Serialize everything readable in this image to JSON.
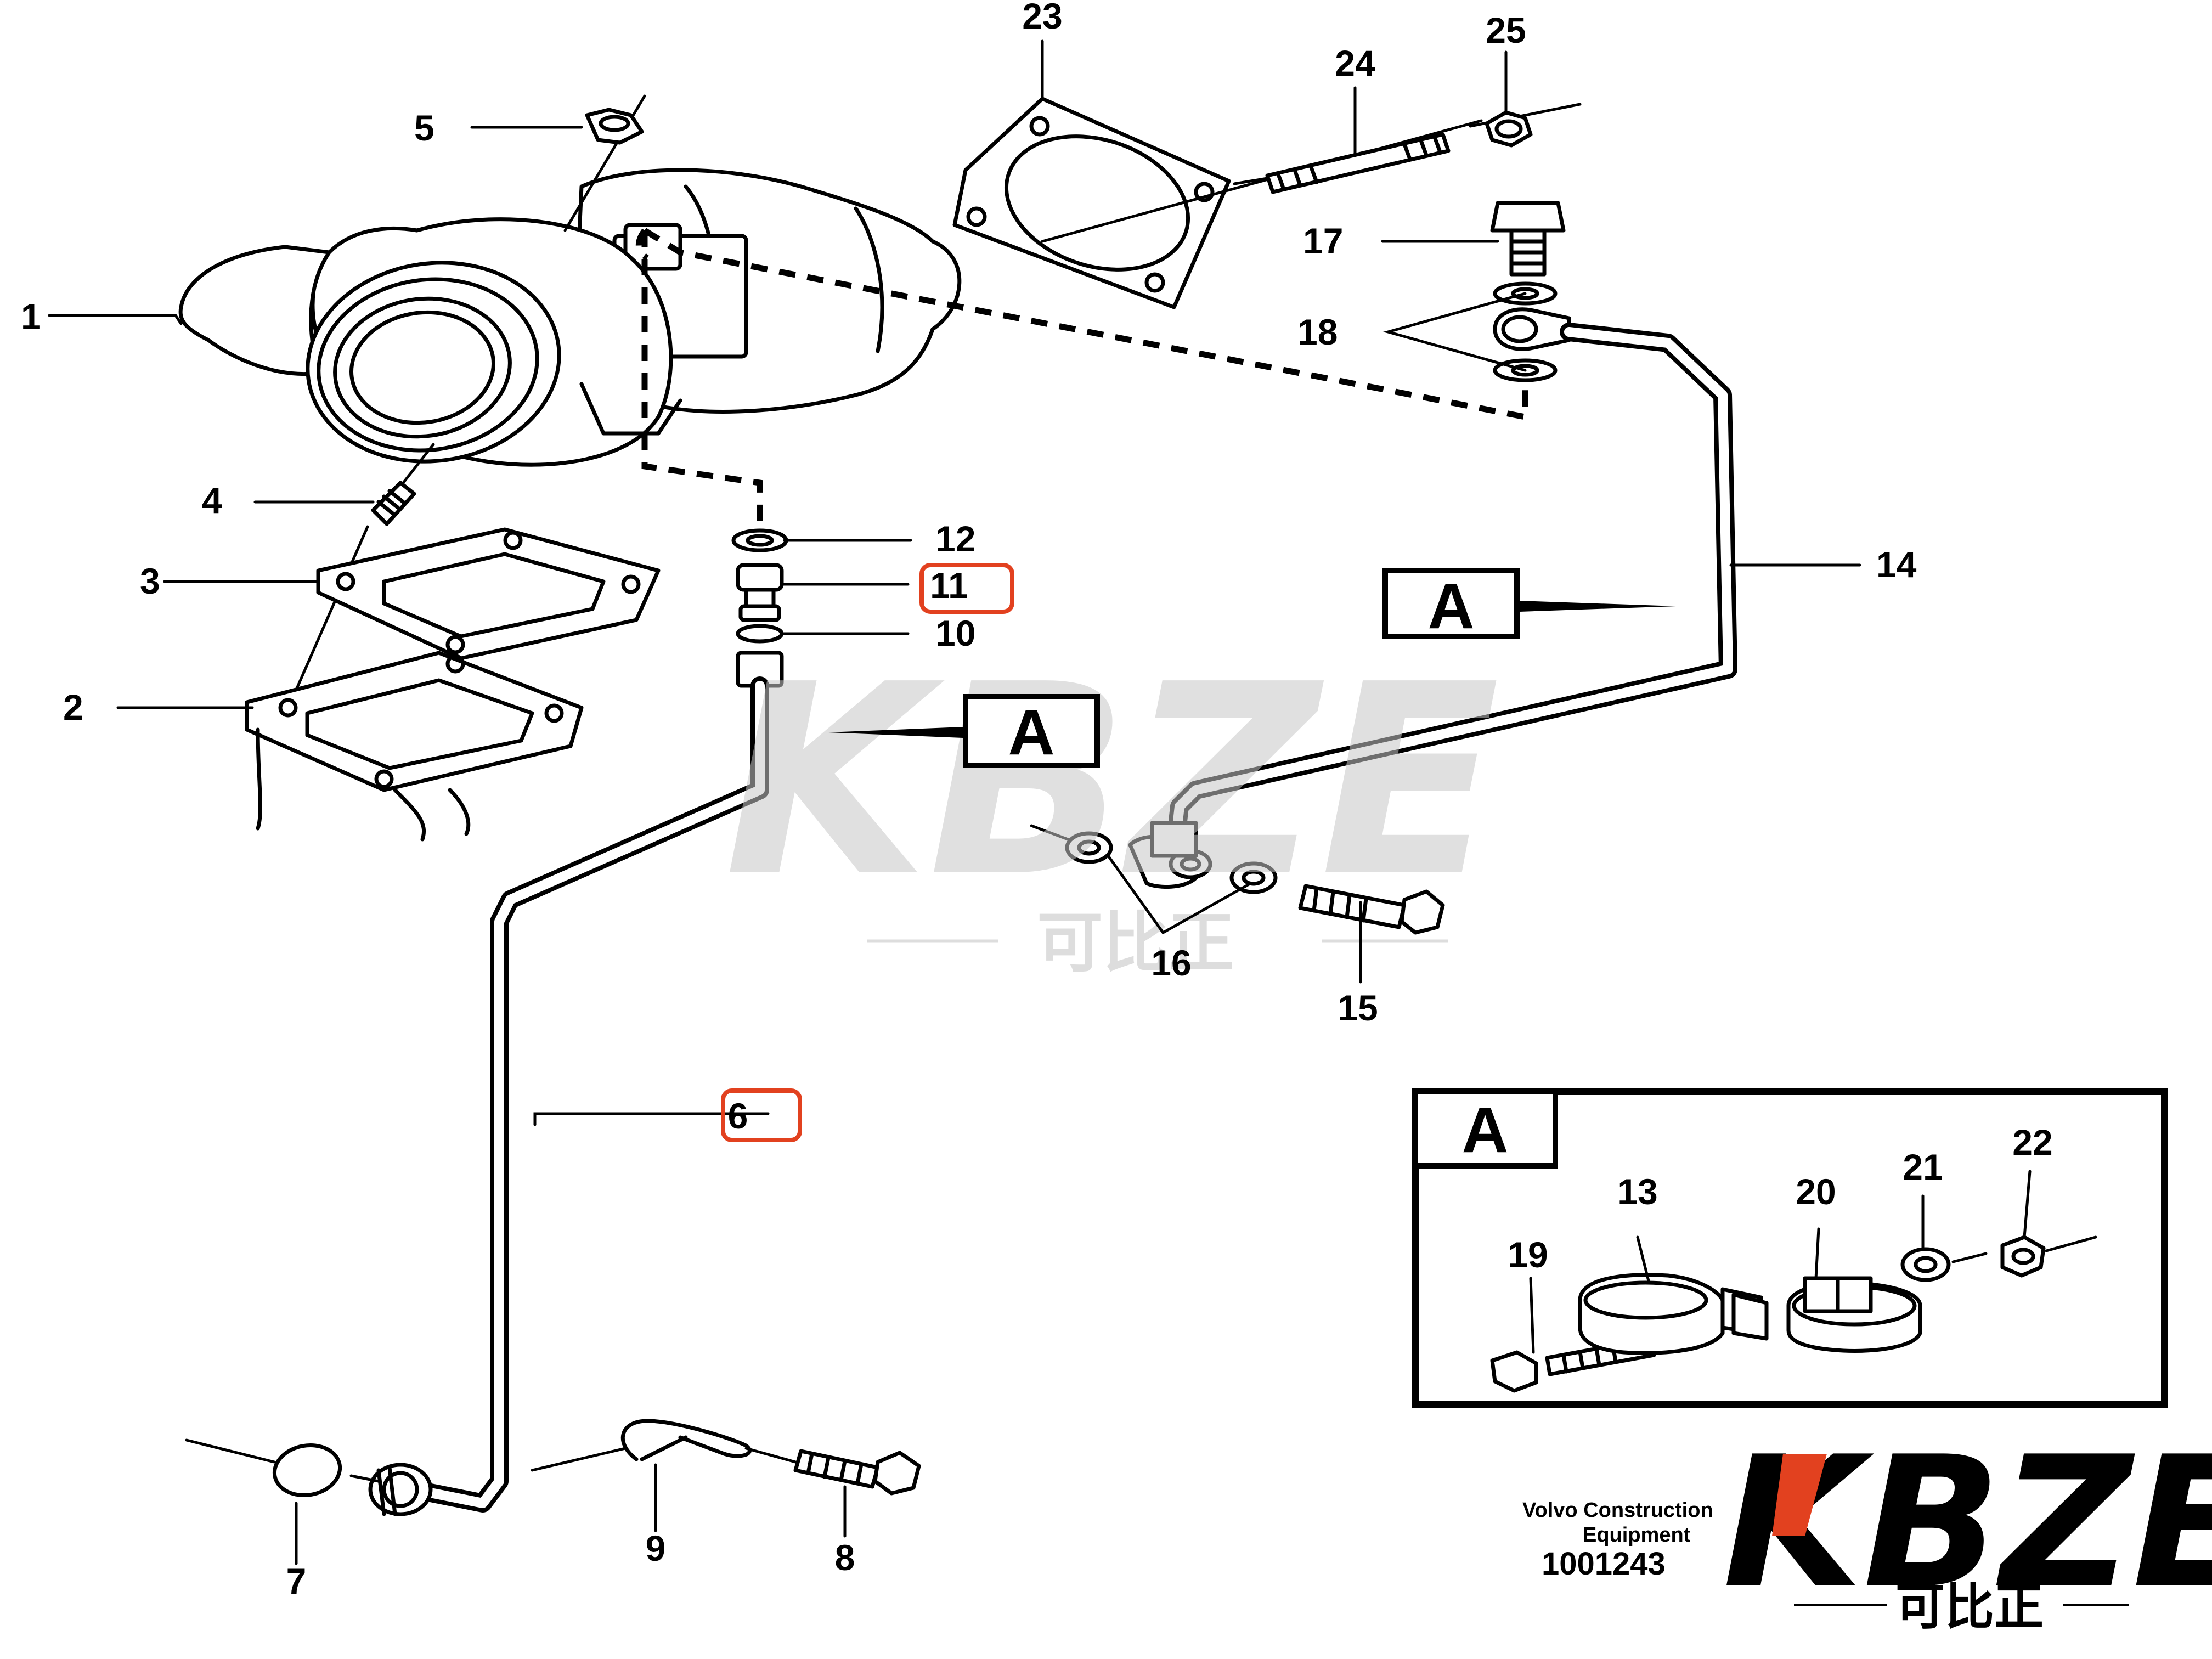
{
  "callouts": {
    "c1": "1",
    "c2": "2",
    "c3": "3",
    "c4": "4",
    "c5": "5",
    "c6": "6",
    "c7": "7",
    "c8": "8",
    "c9": "9",
    "c10": "10",
    "c11": "11",
    "c12": "12",
    "c13": "13",
    "c14": "14",
    "c15": "15",
    "c16": "16",
    "c17": "17",
    "c18": "18",
    "c19": "19",
    "c20": "20",
    "c21": "21",
    "c22": "22",
    "c23": "23",
    "c24": "24",
    "c25": "25"
  },
  "highlighted_callouts": [
    "6",
    "11"
  ],
  "highlight_color": "#e2411f",
  "view_marker": "A",
  "detail_view_label": "A",
  "footer": {
    "maker_line1": "Volvo Construction",
    "maker_line2": "Equipment",
    "drawing_number": "1001243"
  },
  "watermark": {
    "latin": "KBZE",
    "chinese": "可比正"
  },
  "logo": {
    "latin": "KBZE",
    "chinese": "可比正",
    "accent_color": "#e2411f"
  }
}
